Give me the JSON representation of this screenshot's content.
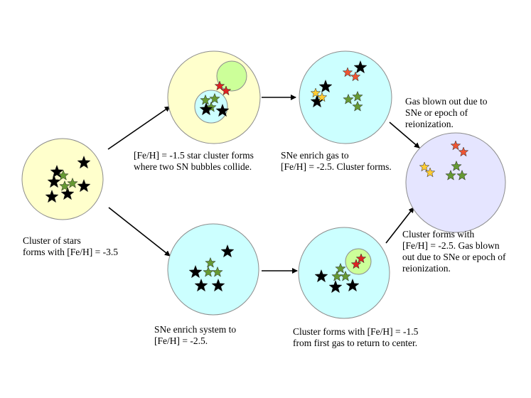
{
  "colors": {
    "yellow_bubble": "#ffffcc",
    "cyan_bubble": "#ccffff",
    "lavender_bubble": "#e5e5ff",
    "green_bubble": "#ccff99",
    "black_star": "#000000",
    "green_star": "#669933",
    "red_star": "#dd2222",
    "orange_star": "#ee5533",
    "yellow_star": "#ffcc33",
    "arrow": "#000000"
  },
  "labels": {
    "initial": [
      "Cluster of stars",
      "forms with [Fe/H] = -3.5"
    ],
    "collision": [
      "[Fe/H] = -1.5 star cluster forms",
      "where two SN bubbles collide."
    ],
    "enrich_top": [
      "SNe enrich gas to",
      "[Fe/H] = -2.5. Cluster forms."
    ],
    "blown_top": [
      "Gas blown out due to",
      "SNe or epoch of",
      "reionization."
    ],
    "enrich_bottom": [
      "SNe enrich system to",
      "[Fe/H] = -2.5."
    ],
    "center_return": [
      "Cluster forms with [Fe/H] = -1.5",
      "from first gas to return to center."
    ],
    "final": [
      "Cluster forms with",
      "[Fe/H] = -2.5. Gas blown",
      "out due to SNe or epoch of",
      "reionization."
    ]
  }
}
